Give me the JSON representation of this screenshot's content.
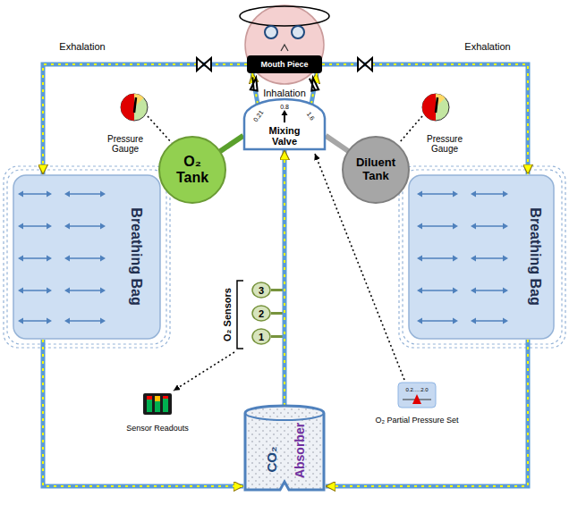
{
  "diagram": {
    "nodes": [
      {
        "text": [
          "Mouth Piece"
        ]
      },
      {
        "text": [
          "O₂ Tank"
        ]
      },
      {
        "text": [
          "0.21",
          "0.8",
          "1.6",
          "Mixing Valve"
        ]
      },
      {
        "text": [
          "Diluent Tank"
        ]
      },
      {
        "text": [
          "Breathing Bag"
        ]
      },
      {
        "text": [
          "Breathing Bag"
        ]
      },
      {
        "text": [
          "3"
        ]
      },
      {
        "text": [
          "2"
        ]
      },
      {
        "text": [
          "1"
        ]
      },
      {
        "text": [
          "CO₂",
          "Absorber"
        ]
      }
    ],
    "edges": [
      {
        "from": 0,
        "to": 4,
        "arrow": "to"
      },
      {
        "from": 0,
        "to": 5,
        "arrow": "to"
      },
      {
        "from": 4,
        "to": 9,
        "arrow": "to"
      },
      {
        "from": 5,
        "to": 9,
        "arrow": "to"
      },
      {
        "from": 9,
        "to": 2,
        "arrow": "to"
      },
      {
        "from": 2,
        "to": 0,
        "arrow": "to"
      },
      {
        "from": 2,
        "to": 0,
        "arrow": "to"
      },
      {
        "from": 1,
        "to": 2,
        "arrow": "none"
      },
      {
        "from": 3,
        "to": 2,
        "arrow": "none"
      }
    ],
    "labels": [
      "Exhalation",
      "Exhalation",
      "Inhalation",
      "Pressure Gauge",
      "Pressure Gauge",
      "O₂ Sensors",
      "Sensor Readouts",
      "0.2.....2.0",
      "O₂ Partial Pressure Set"
    ]
  }
}
